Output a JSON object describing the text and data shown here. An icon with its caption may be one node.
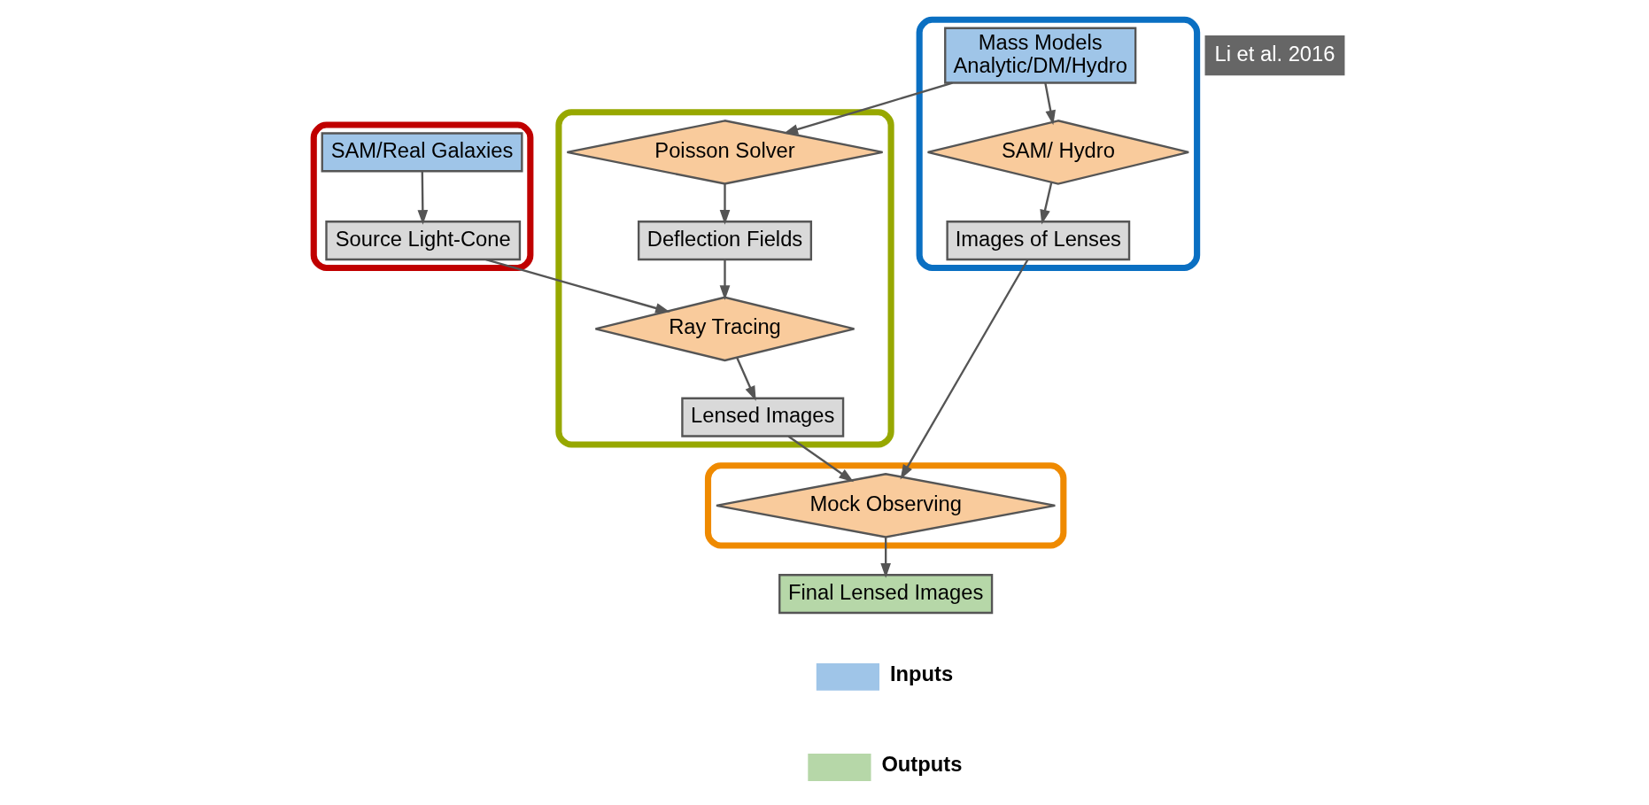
{
  "diagram": {
    "nodes": [
      {
        "text": [],
        "shape": "box"
      },
      {
        "text": [
          "SAM/Real Galaxies"
        ],
        "in": 0
      },
      {
        "text": [
          "Source Light-Cone"
        ],
        "in": 0
      },
      {
        "text": [],
        "shape": "box"
      },
      {
        "text": [
          "Poisson Solver"
        ],
        "in": 3
      },
      {
        "text": [],
        "shape": "box"
      },
      {
        "text": [
          "Mass Models",
          "Analytic/DM/Hydro"
        ],
        "in": 5
      },
      {
        "text": [
          "Ray Tracing"
        ],
        "in": 3
      },
      {
        "text": [
          "Deflection Fields"
        ],
        "in": 3
      },
      {
        "text": [
          "SAM/ Hydro"
        ],
        "in": 5
      },
      {
        "text": [
          "Lensed Images"
        ],
        "in": 3
      },
      {
        "text": [],
        "shape": "box"
      },
      {
        "text": [
          "Mock Observing"
        ],
        "in": 11
      },
      {
        "text": [
          "Images of Lenses"
        ],
        "in": 5
      },
      {
        "text": [
          "Final Lensed Images"
        ]
      }
    ],
    "edges": [
      {
        "from": 1,
        "to": 2,
        "arrow": "to"
      },
      {
        "from": 6,
        "to": 4,
        "arrow": "to"
      },
      {
        "from": 2,
        "to": 7,
        "arrow": "to"
      },
      {
        "from": 4,
        "to": 8,
        "arrow": "to"
      },
      {
        "from": 8,
        "to": 7,
        "arrow": "to"
      },
      {
        "from": 6,
        "to": 9,
        "arrow": "to"
      },
      {
        "from": 7,
        "to": 10,
        "arrow": "to"
      },
      {
        "from": 9,
        "to": 13,
        "arrow": "to"
      },
      {
        "from": 10,
        "to": 12,
        "arrow": "to"
      },
      {
        "from": 13,
        "to": 12,
        "arrow": "to"
      },
      {
        "from": 12,
        "to": 14,
        "arrow": "to"
      }
    ],
    "labels": [
      "Li et al. 2016"
    ],
    "legend": [
      {
        "text": "Inputs",
        "color": "#9fc5e8"
      },
      {
        "text": "Outputs",
        "color": "#b6d7a8"
      }
    ]
  }
}
